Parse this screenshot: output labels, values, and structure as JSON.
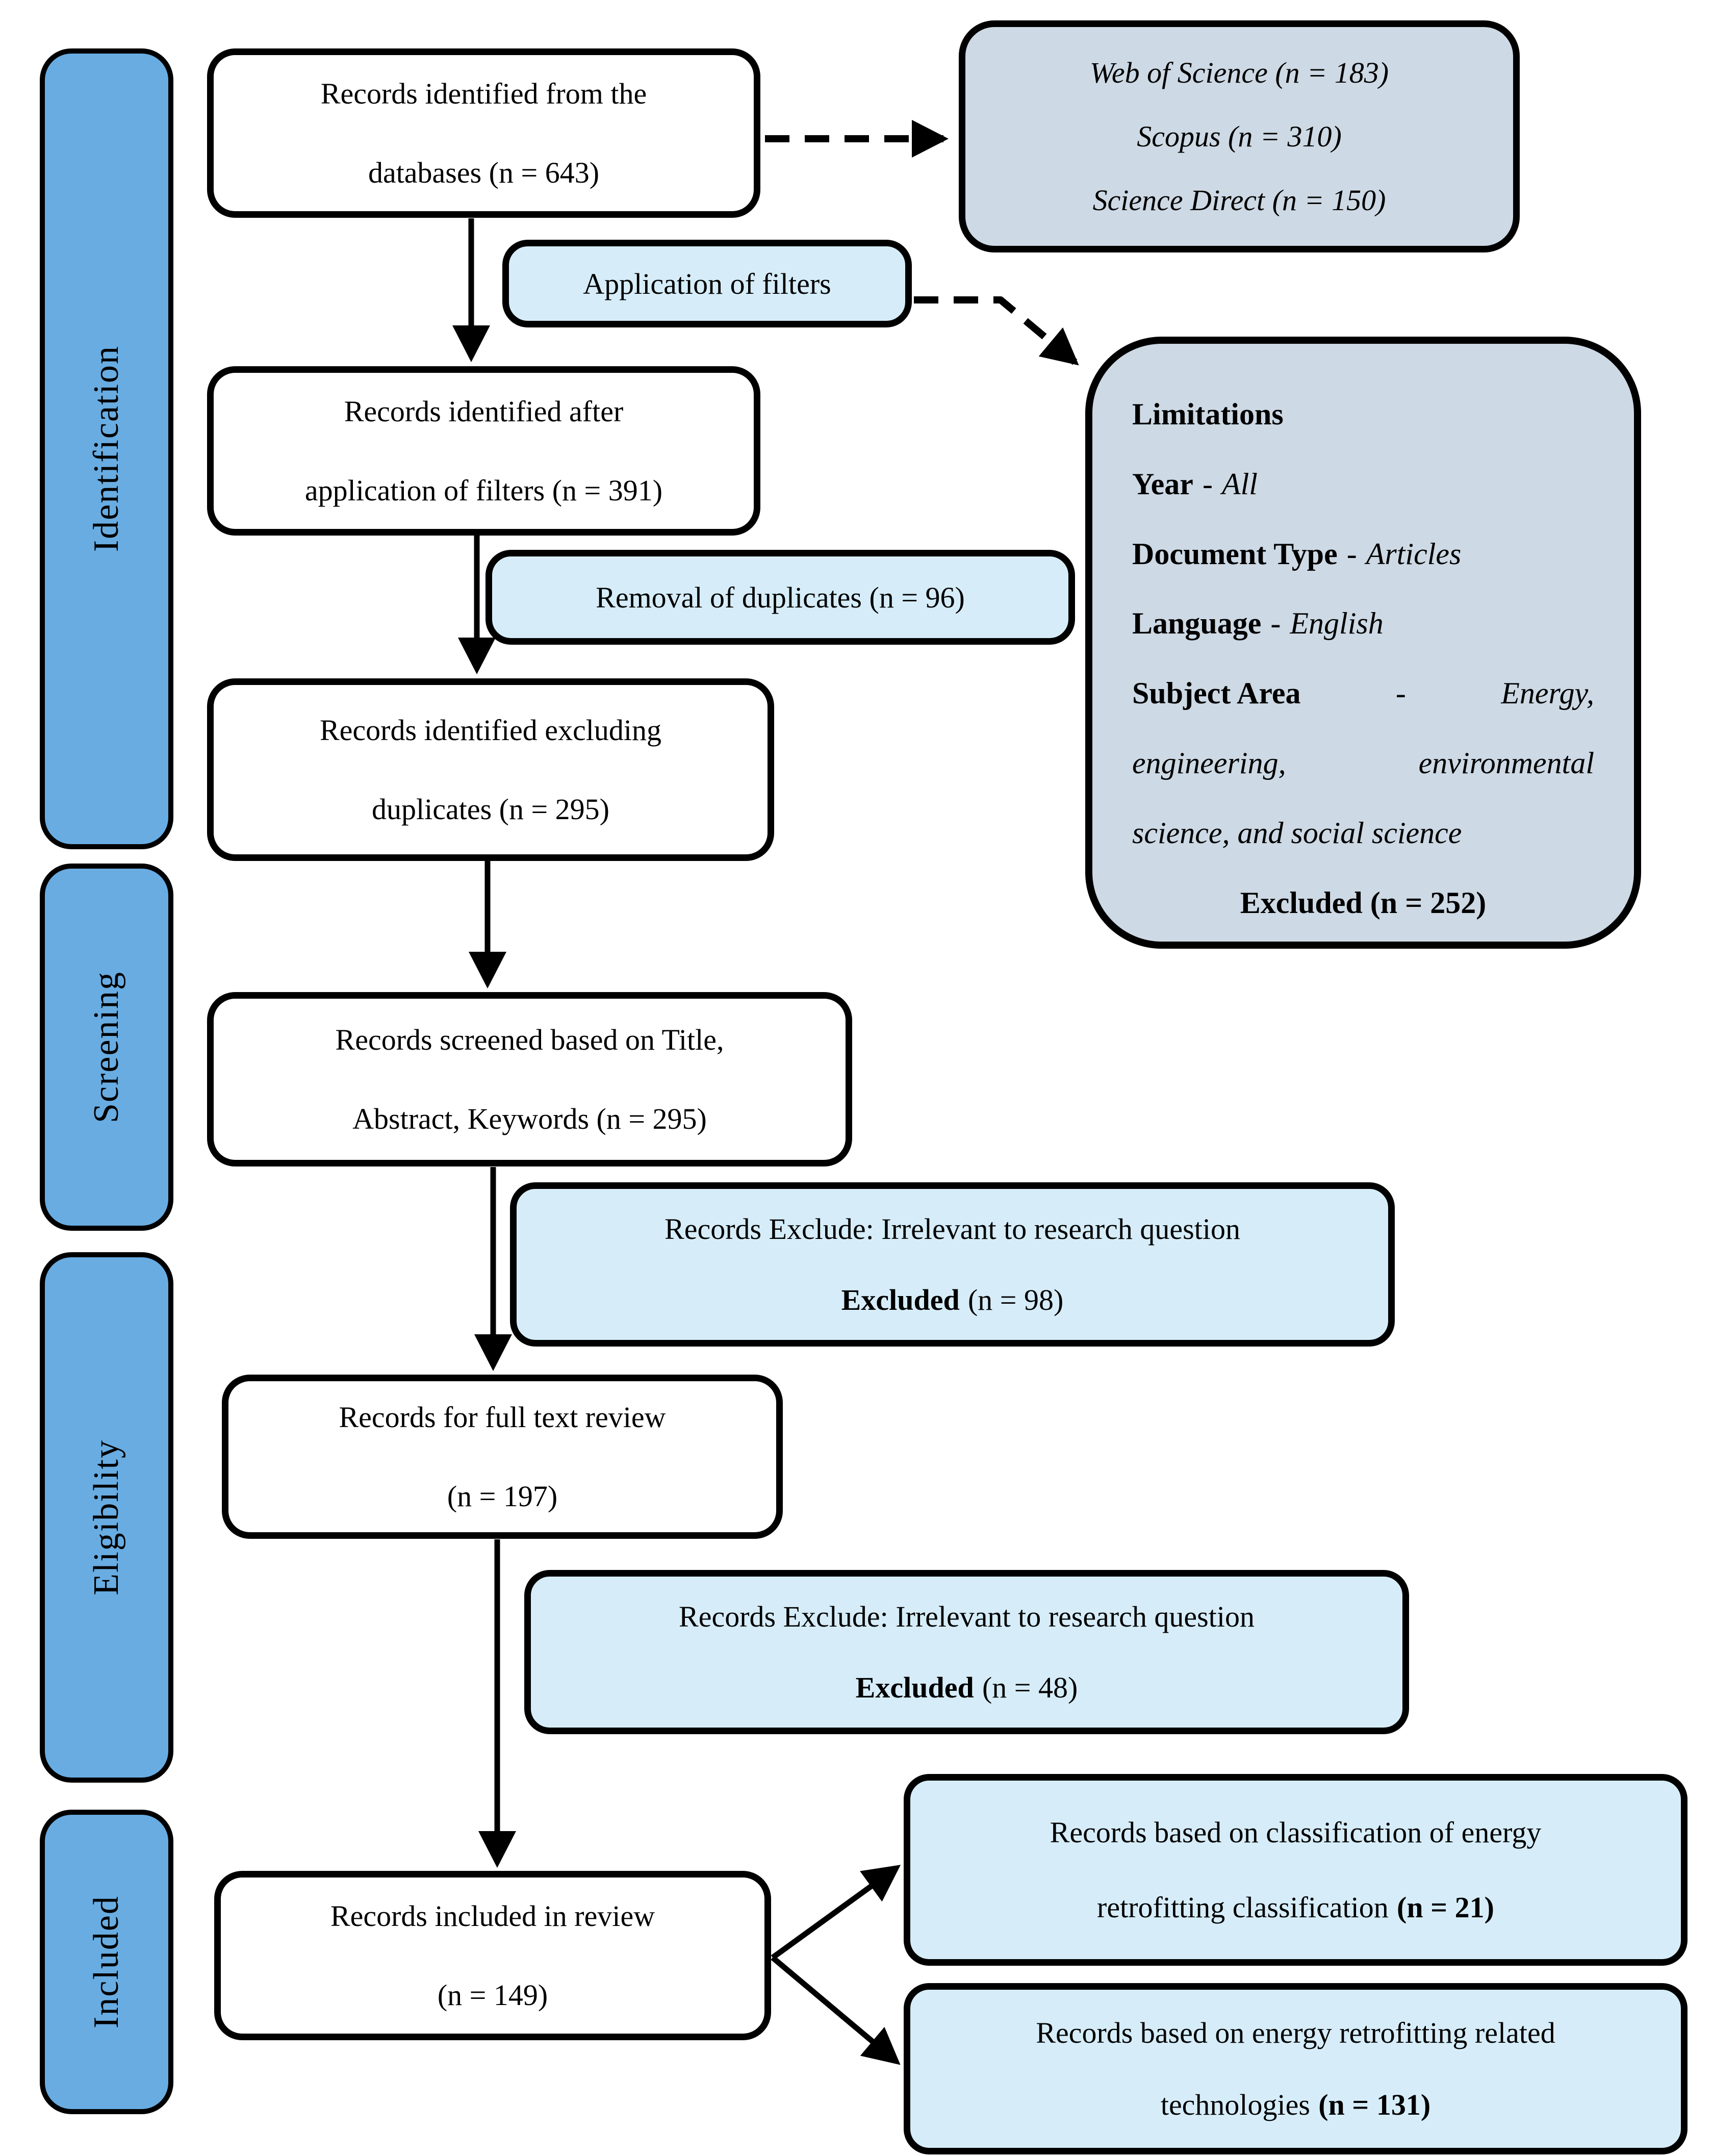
{
  "palette": {
    "stage_fill": "#68ACE2",
    "light_blue_fill": "#D6EDF9",
    "gray_blue_fill": "#CDD9E4",
    "border": "#000000",
    "background": "#ffffff"
  },
  "stage_labels": [
    "Identification",
    "Screening",
    "Eligibility",
    "Included"
  ],
  "boxes": {
    "identified_db": {
      "line1": "Records identified from the",
      "line2": "databases (n = 643)"
    },
    "db_sources": {
      "line1": "Web of Science (n = 183)",
      "line2": "Scopus (n = 310)",
      "line3": "Science Direct (n = 150)"
    },
    "application_filters": {
      "text": "Application of filters"
    },
    "after_filters": {
      "line1": "Records identified after",
      "line2": "application of filters (n = 391)"
    },
    "removal_duplicates": {
      "text": "Removal of duplicates (n = 96)"
    },
    "limitations": {
      "title": "Limitations",
      "sep": "-",
      "year_label": "Year",
      "year_value": "All",
      "doctype_label": "Document Type",
      "doctype_value": "Articles",
      "language_label": "Language",
      "language_value": "English",
      "subject_label": "Subject Area",
      "subject_value_l1": "Energy,",
      "subject_value_l2a": "engineering,",
      "subject_value_l2b": "environmental",
      "subject_value_l3": "science, and social science",
      "excluded": "Excluded (n = 252)"
    },
    "excluding_duplicates": {
      "line1": "Records identified excluding",
      "line2": "duplicates (n = 295)"
    },
    "screened": {
      "line1": "Records screened based on Title,",
      "line2": "Abstract, Keywords (n = 295)"
    },
    "excluded_98": {
      "line1": "Records Exclude: Irrelevant to research question",
      "bold": "Excluded",
      "rest": "(n = 98)"
    },
    "full_text": {
      "line1": "Records for full text review",
      "line2": "(n = 197)"
    },
    "excluded_48": {
      "line1": "Records Exclude: Irrelevant to research question",
      "bold": "Excluded",
      "rest": "(n = 48)"
    },
    "included_review": {
      "line1": "Records included in review",
      "line2": "(n = 149)"
    },
    "classification": {
      "line1": "Records based on classification of energy",
      "line2_pre": "retrofitting classification",
      "line2_bold": "(n = 21)"
    },
    "technologies": {
      "line1": "Records based on energy retrofitting related",
      "line2_pre": "technologies",
      "line2_bold": "(n = 131)"
    }
  }
}
